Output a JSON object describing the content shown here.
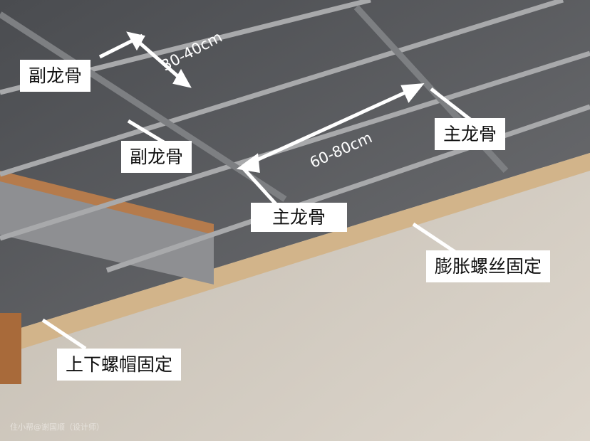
{
  "labels": {
    "secondary_keel_1": "副龙骨",
    "secondary_keel_2": "副龙骨",
    "main_keel_1": "主龙骨",
    "main_keel_2": "主龙骨",
    "expansion_screw": "膨胀螺丝固定",
    "nut_fixing": "上下螺帽固定"
  },
  "dimensions": {
    "secondary_spacing": "30-40cm",
    "main_spacing": "60-80cm"
  },
  "watermark": "住小帮@谢国顺（设计师）"
}
